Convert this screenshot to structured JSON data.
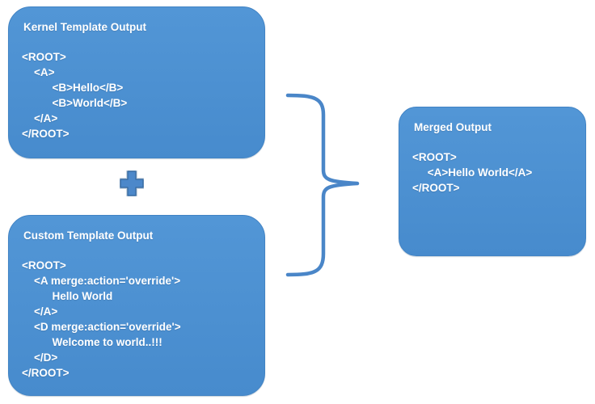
{
  "diagram": {
    "title": "template merge diagram",
    "colors": {
      "background": "#ffffff",
      "box_fill": "#4e92d3",
      "box_border": "#4183c4",
      "text": "#ffffff",
      "plus_fill": "#4c88ca",
      "plus_border": "#3a6ea5",
      "brace_stroke": "#4a86c8"
    }
  },
  "boxes": {
    "kernel": {
      "title": "Kernel Template Output",
      "lines": [
        "<ROOT>",
        "    <A>",
        "          <B>Hello</B>",
        "          <B>World</B>",
        "    </A>",
        "</ROOT>"
      ]
    },
    "custom": {
      "title": "Custom Template Output",
      "lines": [
        "<ROOT>",
        "    <A merge:action='override'>",
        "          Hello World",
        "    </A>",
        "    <D merge:action='override'>",
        "          Welcome to world..!!!",
        "    </D>",
        "</ROOT>"
      ]
    },
    "merged": {
      "title": "Merged Output",
      "lines": [
        "<ROOT>",
        "     <A>Hello World</A>",
        "</ROOT>"
      ]
    }
  },
  "operators": {
    "plus": "plus-icon",
    "brace": "right-curly-brace-icon"
  }
}
